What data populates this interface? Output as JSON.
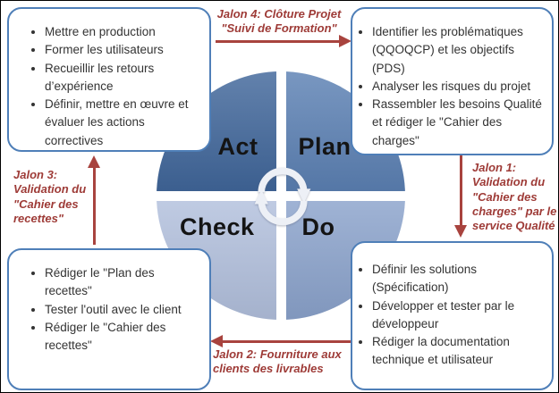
{
  "cycle": {
    "quadrants": [
      {
        "label": "Act",
        "color": "#40669a"
      },
      {
        "label": "Plan",
        "color": "#5b80b3"
      },
      {
        "label": "Check",
        "color": "#b1bfdc"
      },
      {
        "label": "Do",
        "color": "#8aa2cb"
      }
    ],
    "center_icon": "cycle-refresh-arrows"
  },
  "boxes": {
    "act": {
      "items": [
        "Mettre en production",
        "Former les utilisateurs",
        "Recueillir les retours d’expérience",
        "Définir, mettre en œuvre et évaluer les actions correctives"
      ]
    },
    "plan": {
      "items": [
        "Identifier les problématiques (QQOQCP) et les objectifs (PDS)",
        "Analyser les risques du projet",
        "Rassembler les besoins Qualité et rédiger le \"Cahier des charges\""
      ]
    },
    "check": {
      "items": [
        "Rédiger le \"Plan des recettes\"",
        "Tester l'outil avec le client",
        "Rédiger le \"Cahier des recettes\""
      ]
    },
    "do": {
      "items": [
        "Définir les solutions (Spécification)",
        "Développer et tester par le développeur",
        "Rédiger la documentation technique et utilisateur"
      ]
    }
  },
  "milestones": {
    "jalon4": {
      "lines": [
        "Jalon 4: Clôture Projet",
        "\"Suivi de Formation\""
      ]
    },
    "jalon1": {
      "lines": [
        "Jalon 1:",
        "Validation du",
        "\"Cahier des",
        "charges\" par le",
        "service Qualité"
      ]
    },
    "jalon2": {
      "lines": [
        "Jalon 2: Fourniture aux",
        "clients des livrables"
      ]
    },
    "jalon3": {
      "lines": [
        "Jalon 3:",
        "Validation du",
        "\"Cahier des",
        "recettes\""
      ]
    }
  },
  "colors": {
    "arrow_red": "#a8433e",
    "milestone_text": "#9e3b37",
    "box_border": "#4f7fb8",
    "quadrant_label_text": "#141414"
  }
}
